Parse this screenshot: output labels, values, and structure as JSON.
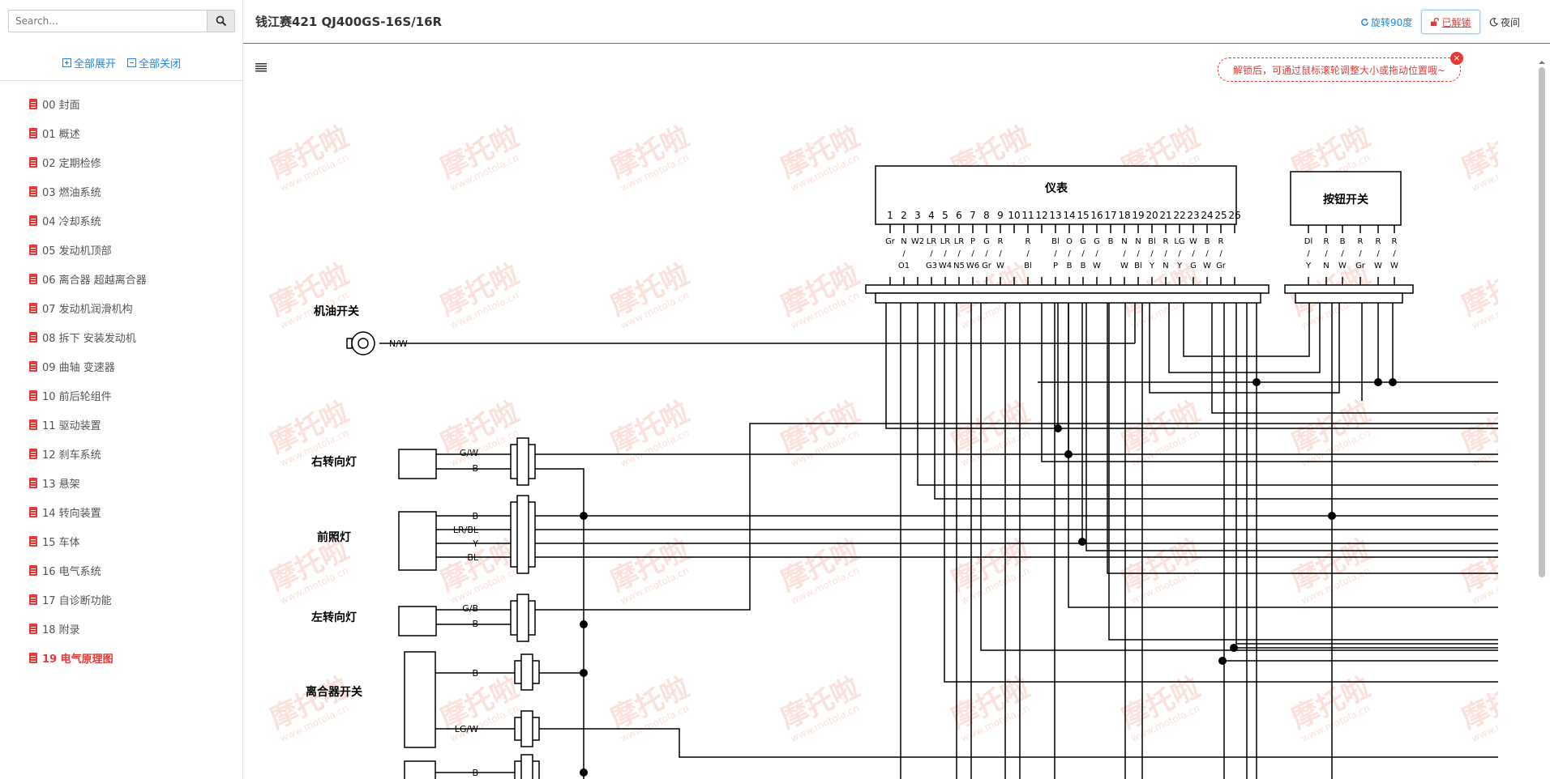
{
  "search": {
    "placeholder": "Search..."
  },
  "toc_controls": {
    "expand_all": "全部展开",
    "collapse_all": "全部关闭"
  },
  "toc": [
    "00 封面",
    "01 概述",
    "02 定期检修",
    "03 燃油系统",
    "04 冷却系统",
    "05 发动机顶部",
    "06 离合器 超越离合器",
    "07 发动机润滑机构",
    "08 拆下 安装发动机",
    "09 曲轴 变速器",
    "10 前后轮组件",
    "11 驱动装置",
    "12 刹车系统",
    "13 悬架",
    "14 转向装置",
    "15 车体",
    "16 电气系统",
    "17 自诊断功能",
    "18 附录",
    "19 电气原理图"
  ],
  "active_index": 19,
  "header": {
    "title": "钱江赛421 QJ400GS-16S/16R",
    "rotate": "旋转90度",
    "lock": "已解锁",
    "night": "夜间"
  },
  "tooltip": {
    "text": "解锁后，可通过鼠标滚轮调整大小或拖动位置哦~",
    "close": "×"
  },
  "diagram": {
    "watermark_cn": "摩托啦",
    "watermark_url": "www.motola.cn",
    "meter_label": "仪表",
    "button_label": "按钮开关",
    "oil_label": "机油开关",
    "oil_wire": "N/W",
    "right_turn_label": "右转向灯",
    "right_turn_wires": [
      "G/W",
      "B"
    ],
    "headlight_label": "前照灯",
    "headlight_wires": [
      "B",
      "LR/BL",
      "Y",
      "BL"
    ],
    "left_turn_label": "左转向灯",
    "left_turn_wires": [
      "G/B",
      "B"
    ],
    "clutch_label": "离合器开关",
    "clutch_wires": [
      "B",
      "LG/W"
    ],
    "bottom_wire": "B",
    "pin_numbers": [
      "1",
      "2",
      "3",
      "4",
      "5",
      "6",
      "7",
      "8",
      "9",
      "10",
      "11",
      "12",
      "13",
      "14",
      "15",
      "16",
      "17",
      "18",
      "19",
      "20",
      "21",
      "22",
      "23",
      "24",
      "25",
      "26"
    ],
    "meter_wire_codes": [
      [
        "Gr"
      ],
      [
        "N",
        "/",
        "O1"
      ],
      [
        "W2"
      ],
      [
        "LR",
        "/",
        "G3"
      ],
      [
        "LR",
        "/",
        "W4"
      ],
      [
        "LR",
        "/",
        "N5"
      ],
      [
        "P",
        "/",
        "W6"
      ],
      [
        "G",
        "/",
        "Gr"
      ],
      [
        "R",
        "/",
        "W"
      ],
      [],
      [
        "R",
        "/",
        "Bl"
      ],
      [],
      [
        "Bl",
        "/",
        "P"
      ],
      [
        "O",
        "/",
        "B"
      ],
      [
        "G",
        "/",
        "B"
      ],
      [
        "G",
        "/",
        "W"
      ],
      [
        "B"
      ],
      [
        "N",
        "/",
        "W"
      ],
      [
        "N",
        "/",
        "Bl"
      ],
      [
        "Bl",
        "/",
        "Y"
      ],
      [
        "R",
        "/",
        "N"
      ],
      [
        "LG",
        "/",
        "Y"
      ],
      [
        "W",
        "/",
        "G"
      ],
      [
        "B",
        "/",
        "W"
      ],
      [
        "R",
        "/",
        "Gr"
      ],
      []
    ],
    "button_wire_codes": [
      [
        "Dl",
        "/",
        "Y"
      ],
      [
        "R",
        "/",
        "N"
      ],
      [
        "B",
        "/",
        "W"
      ],
      [
        "R",
        "/",
        "Gr"
      ],
      [
        "R",
        "/",
        "W"
      ],
      [
        "R",
        "/",
        "W"
      ]
    ]
  },
  "colors": {
    "accent": "#1e88e5",
    "danger": "#e53935",
    "watermark": "#f6c9c0"
  }
}
